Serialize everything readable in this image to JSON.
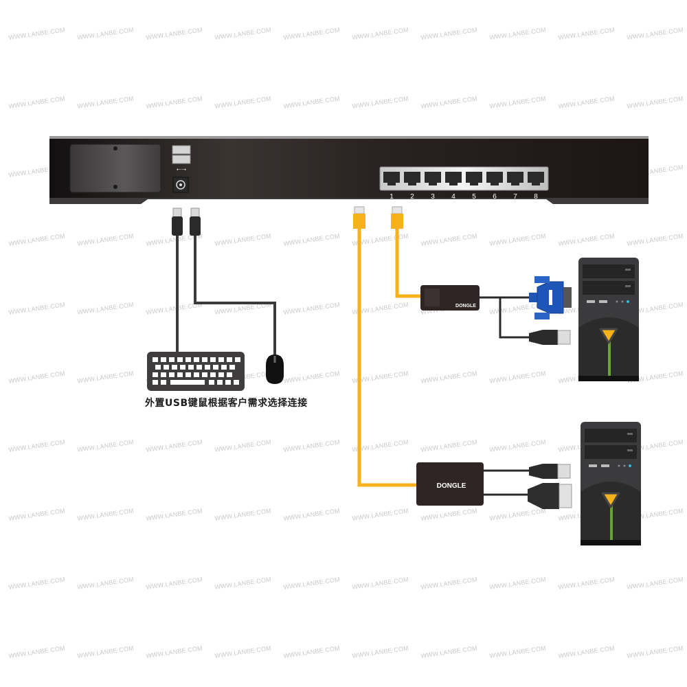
{
  "diagram": {
    "watermark_text": "WWW.LANBE.COM",
    "caption": "外置USB键鼠根据客户需求选择连接",
    "kvm_unit": {
      "ports": [
        "1",
        "2",
        "3",
        "4",
        "5",
        "6",
        "7",
        "8"
      ],
      "front_usb_ports": 2,
      "power_jack": true
    },
    "dongles": [
      {
        "label": "DONGLE",
        "type": "VGA + USB",
        "connected_port": "2"
      },
      {
        "label": "DONGLE",
        "type": "HDMI + USB",
        "connected_port": "1"
      }
    ],
    "peripherals": [
      "keyboard",
      "mouse"
    ],
    "computers": 2,
    "colors": {
      "unit_body": "#241c1b",
      "cat_cable": "#f7b21b",
      "usb_cable": "#2b2b2b",
      "vga_connector": "#1f55b8",
      "pc_body": "#3b3b3d",
      "pc_triangle": "#f4b21c",
      "pc_stripe": "#6aa23a",
      "pc_led": "#35b8e0"
    }
  }
}
